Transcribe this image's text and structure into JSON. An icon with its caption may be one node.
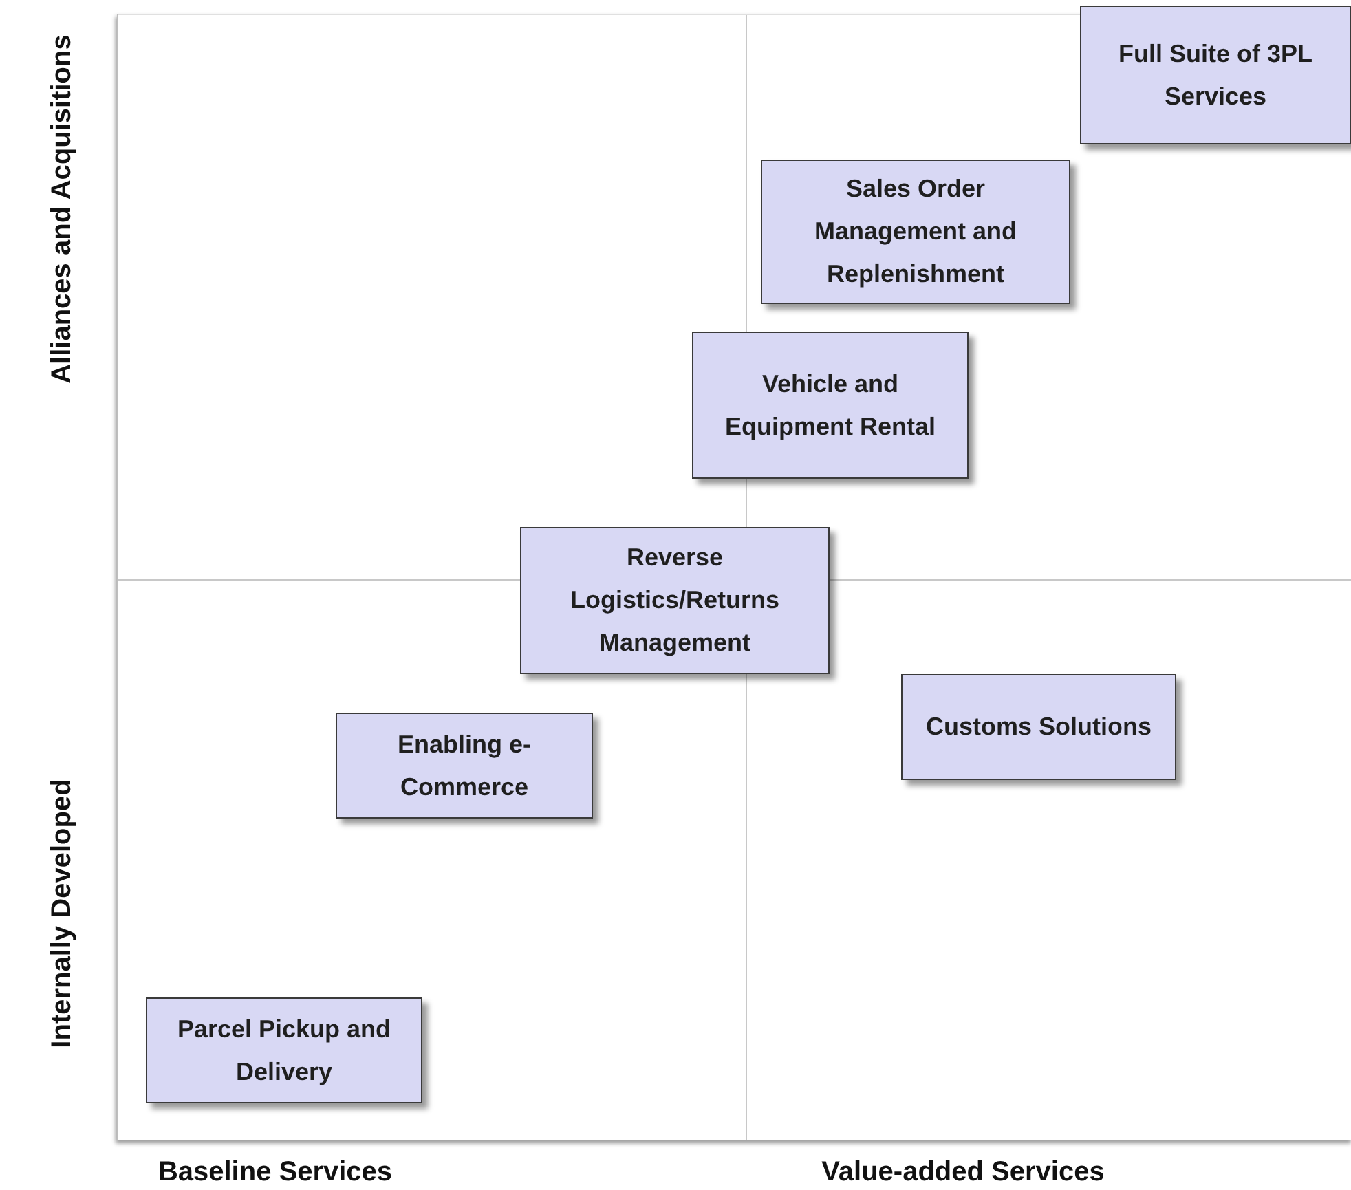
{
  "diagram": {
    "nodes": [
      {
        "text": [
          "Full Suite of 3PL Services"
        ]
      },
      {
        "text": [
          "Sales Order Management and Replenishment"
        ]
      },
      {
        "text": [
          "Vehicle and Equipment Rental"
        ]
      },
      {
        "text": [
          "Reverse Logistics/Returns Management"
        ]
      },
      {
        "text": [
          "Customs Solutions"
        ]
      },
      {
        "text": [
          "Enabling e-Commerce"
        ]
      },
      {
        "text": [
          "Parcel Pickup and Delivery"
        ]
      }
    ],
    "labels": [
      "Alliances and Acquisitions",
      "Internally Developed",
      "Baseline Services",
      "Value-added Services"
    ]
  }
}
